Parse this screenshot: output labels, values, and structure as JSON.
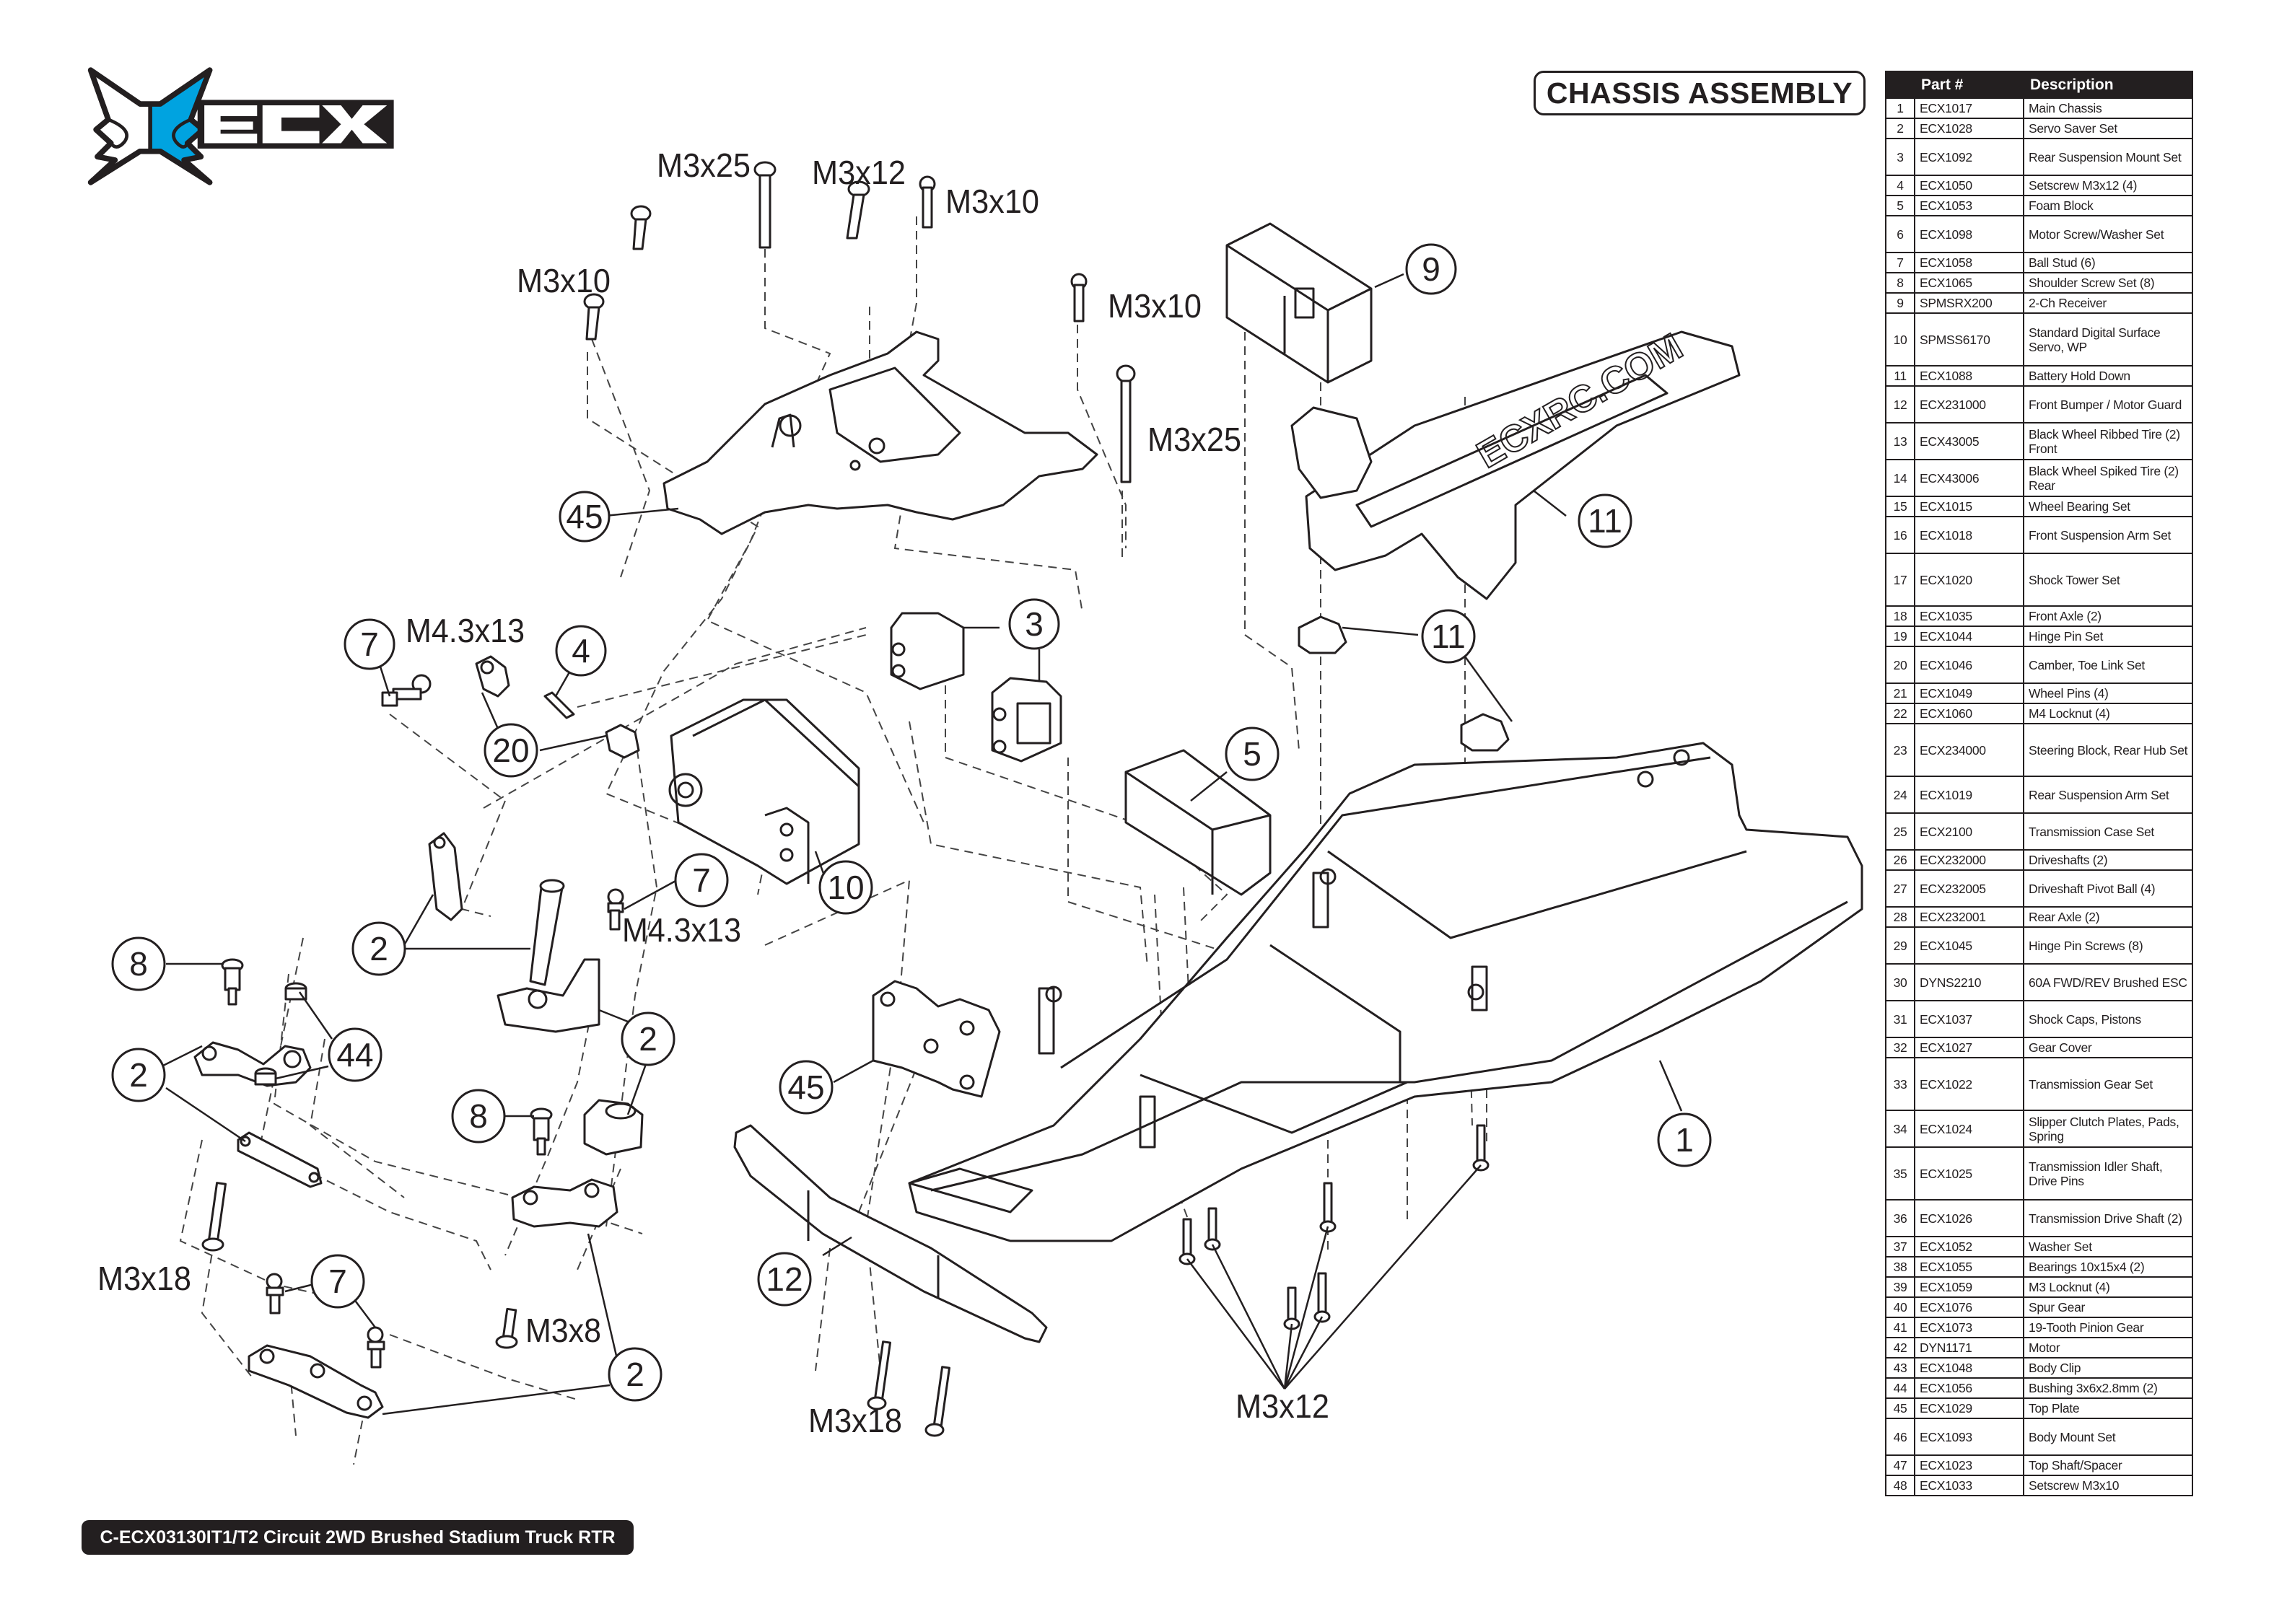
{
  "header": {
    "logo_text": "ECX",
    "brand_colors": {
      "primary": "#231f20",
      "accent": "#00a3e0"
    },
    "title": "CHASSIS ASSEMBLY"
  },
  "footer": {
    "label": "C-ECX03130IT1/T2 Circuit 2WD Brushed Stadium Truck RTR"
  },
  "diagram": {
    "callouts": [
      {
        "id": "c45a",
        "label": "45"
      },
      {
        "id": "c9",
        "label": "9"
      },
      {
        "id": "c11a",
        "label": "11"
      },
      {
        "id": "c11b",
        "label": "11"
      },
      {
        "id": "c3",
        "label": "3"
      },
      {
        "id": "c4",
        "label": "4"
      },
      {
        "id": "c7a",
        "label": "7"
      },
      {
        "id": "c20",
        "label": "20"
      },
      {
        "id": "c10",
        "label": "10"
      },
      {
        "id": "c5",
        "label": "5"
      },
      {
        "id": "c7b",
        "label": "7"
      },
      {
        "id": "c2a",
        "label": "2"
      },
      {
        "id": "c8a",
        "label": "8"
      },
      {
        "id": "c44",
        "label": "44"
      },
      {
        "id": "c2b",
        "label": "2"
      },
      {
        "id": "c2c",
        "label": "2"
      },
      {
        "id": "c8b",
        "label": "8"
      },
      {
        "id": "c45b",
        "label": "45"
      },
      {
        "id": "c1",
        "label": "1"
      },
      {
        "id": "c12",
        "label": "12"
      },
      {
        "id": "c7c",
        "label": "7"
      },
      {
        "id": "c2d",
        "label": "2"
      }
    ],
    "hardware_labels": [
      {
        "id": "h1",
        "label": "M3x25"
      },
      {
        "id": "h2",
        "label": "M3x12"
      },
      {
        "id": "h3",
        "label": "M3x10"
      },
      {
        "id": "h4",
        "label": "M3x10"
      },
      {
        "id": "h5",
        "label": "M3x10"
      },
      {
        "id": "h6",
        "label": "M3x25"
      },
      {
        "id": "h7",
        "label": "M4.3x13"
      },
      {
        "id": "h8",
        "label": "M4.3x13"
      },
      {
        "id": "h9",
        "label": "M3x18"
      },
      {
        "id": "h10",
        "label": "M3x8"
      },
      {
        "id": "h11",
        "label": "M3x18"
      },
      {
        "id": "h12",
        "label": "M3x12"
      }
    ],
    "battery_strap_text": "ECXRC.COM"
  },
  "parts_table": {
    "headers": [
      "",
      "Part #",
      "Description"
    ],
    "rows": [
      {
        "no": "1",
        "part": "ECX1017",
        "desc": "Main Chassis",
        "h": 1
      },
      {
        "no": "2",
        "part": "ECX1028",
        "desc": "Servo Saver Set",
        "h": 1
      },
      {
        "no": "3",
        "part": "ECX1092",
        "desc": "Rear Suspension Mount Set",
        "h": 2
      },
      {
        "no": "4",
        "part": "ECX1050",
        "desc": "Setscrew M3x12 (4)",
        "h": 1
      },
      {
        "no": "5",
        "part": "ECX1053",
        "desc": "Foam Block",
        "h": 1
      },
      {
        "no": "6",
        "part": "ECX1098",
        "desc": "Motor Screw/Washer Set",
        "h": 2
      },
      {
        "no": "7",
        "part": "ECX1058",
        "desc": "Ball Stud (6)",
        "h": 1
      },
      {
        "no": "8",
        "part": "ECX1065",
        "desc": "Shoulder Screw Set (8)",
        "h": 1
      },
      {
        "no": "9",
        "part": "SPMSRX200",
        "desc": "2-Ch Receiver",
        "h": 1
      },
      {
        "no": "10",
        "part": "SPMSS6170",
        "desc": "Standard Digital Surface Servo, WP",
        "h": 3
      },
      {
        "no": "11",
        "part": "ECX1088",
        "desc": "Battery Hold Down",
        "h": 1
      },
      {
        "no": "12",
        "part": "ECX231000",
        "desc": "Front Bumper / Motor Guard",
        "h": 2
      },
      {
        "no": "13",
        "part": "ECX43005",
        "desc": "Black Wheel Ribbed Tire (2) Front",
        "h": 2
      },
      {
        "no": "14",
        "part": "ECX43006",
        "desc": "Black Wheel Spiked Tire (2) Rear",
        "h": 2
      },
      {
        "no": "15",
        "part": "ECX1015",
        "desc": "Wheel Bearing Set",
        "h": 1
      },
      {
        "no": "16",
        "part": "ECX1018",
        "desc": "Front Suspension Arm Set",
        "h": 2
      },
      {
        "no": "17",
        "part": "ECX1020",
        "desc": "Shock Tower Set",
        "h": 3
      },
      {
        "no": "18",
        "part": "ECX1035",
        "desc": "Front Axle (2)",
        "h": 1
      },
      {
        "no": "19",
        "part": "ECX1044",
        "desc": "Hinge Pin Set",
        "h": 1
      },
      {
        "no": "20",
        "part": "ECX1046",
        "desc": "Camber, Toe Link Set",
        "h": 2
      },
      {
        "no": "21",
        "part": "ECX1049",
        "desc": "Wheel Pins (4)",
        "h": 1
      },
      {
        "no": "22",
        "part": "ECX1060",
        "desc": "M4 Locknut (4)",
        "h": 1
      },
      {
        "no": "23",
        "part": "ECX234000",
        "desc": "Steering Block, Rear Hub Set",
        "h": 3
      },
      {
        "no": "24",
        "part": "ECX1019",
        "desc": "Rear Suspension Arm Set",
        "h": 2
      },
      {
        "no": "25",
        "part": "ECX2100",
        "desc": "Transmission Case Set",
        "h": 2
      },
      {
        "no": "26",
        "part": "ECX232000",
        "desc": "Driveshafts (2)",
        "h": 1
      },
      {
        "no": "27",
        "part": "ECX232005",
        "desc": "Driveshaft Pivot Ball (4)",
        "h": 2
      },
      {
        "no": "28",
        "part": "ECX232001",
        "desc": "Rear Axle (2)",
        "h": 1
      },
      {
        "no": "29",
        "part": "ECX1045",
        "desc": "Hinge Pin Screws (8)",
        "h": 2
      },
      {
        "no": "30",
        "part": "DYNS2210",
        "desc": "60A FWD/REV Brushed ESC",
        "h": 2
      },
      {
        "no": "31",
        "part": "ECX1037",
        "desc": "Shock Caps, Pistons",
        "h": 2
      },
      {
        "no": "32",
        "part": "ECX1027",
        "desc": "Gear Cover",
        "h": 1
      },
      {
        "no": "33",
        "part": "ECX1022",
        "desc": "Transmission Gear Set",
        "h": 3
      },
      {
        "no": "34",
        "part": "ECX1024",
        "desc": "Slipper Clutch Plates, Pads, Spring",
        "h": 2
      },
      {
        "no": "35",
        "part": "ECX1025",
        "desc": "Transmission Idler Shaft, Drive Pins",
        "h": 3
      },
      {
        "no": "36",
        "part": "ECX1026",
        "desc": "Transmission Drive Shaft (2)",
        "h": 2
      },
      {
        "no": "37",
        "part": "ECX1052",
        "desc": "Washer Set",
        "h": 1
      },
      {
        "no": "38",
        "part": "ECX1055",
        "desc": "Bearings 10x15x4 (2)",
        "h": 1
      },
      {
        "no": "39",
        "part": "ECX1059",
        "desc": "M3 Locknut (4)",
        "h": 1
      },
      {
        "no": "40",
        "part": "ECX1076",
        "desc": "Spur Gear",
        "h": 1
      },
      {
        "no": "41",
        "part": "ECX1073",
        "desc": "19-Tooth Pinion Gear",
        "h": 1
      },
      {
        "no": "42",
        "part": "DYN1171",
        "desc": "Motor",
        "h": 1
      },
      {
        "no": "43",
        "part": "ECX1048",
        "desc": "Body Clip",
        "h": 1
      },
      {
        "no": "44",
        "part": "ECX1056",
        "desc": "Bushing 3x6x2.8mm (2)",
        "h": 1
      },
      {
        "no": "45",
        "part": "ECX1029",
        "desc": "Top Plate",
        "h": 1
      },
      {
        "no": "46",
        "part": "ECX1093",
        "desc": "Body Mount Set",
        "h": 2
      },
      {
        "no": "47",
        "part": "ECX1023",
        "desc": "Top Shaft/Spacer",
        "h": 1
      },
      {
        "no": "48",
        "part": "ECX1033",
        "desc": "Setscrew M3x10",
        "h": 1
      }
    ]
  }
}
